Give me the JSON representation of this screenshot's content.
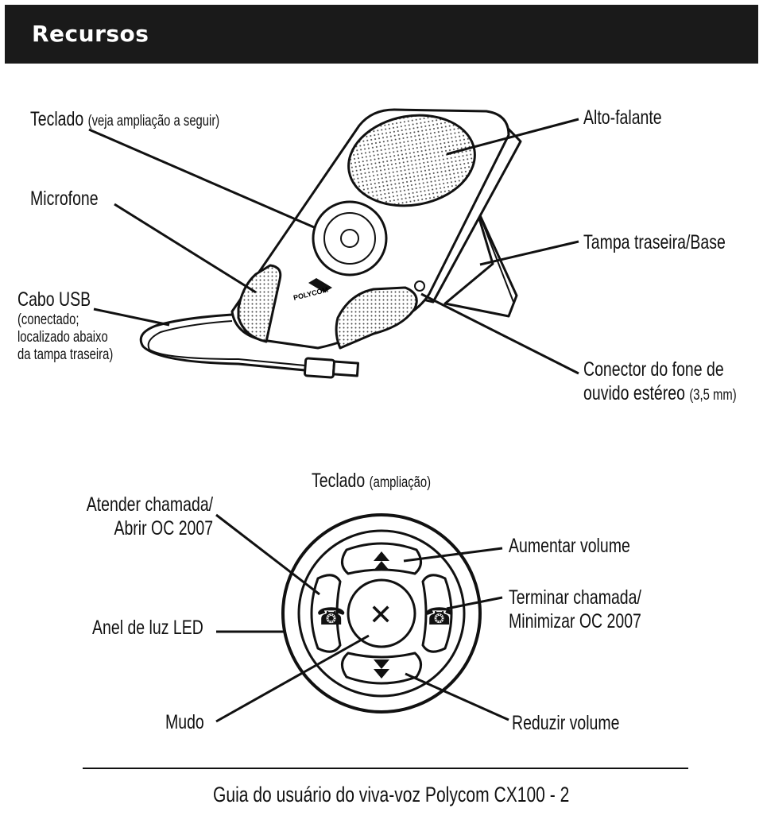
{
  "header": {
    "title": "Recursos"
  },
  "top_diagram": {
    "teclado": {
      "main": "Teclado",
      "note": "(veja ampliação a seguir)"
    },
    "microfone": "Microfone",
    "cabo_usb": {
      "main": "Cabo USB",
      "note_lines": [
        "(conectado;",
        "localizado abaixo",
        "da tampa traseira)"
      ]
    },
    "alto_falante": "Alto-falante",
    "tampa_traseira": "Tampa traseira/Base",
    "conector": {
      "line1": "Conector do fone de",
      "line2_main": "ouvido estéreo",
      "line2_note": "(3,5 mm)"
    },
    "logo_text": "POLYCOM"
  },
  "bottom_diagram": {
    "teclado": {
      "main": "Teclado",
      "note": "(ampliação)"
    },
    "atender": [
      "Atender chamada/",
      "Abrir OC 2007"
    ],
    "anel_led": "Anel de luz LED",
    "mudo": "Mudo",
    "aumentar": "Aumentar volume",
    "terminar": [
      "Terminar chamada/",
      "Minimizar OC 2007"
    ],
    "reduzir": "Reduzir volume"
  },
  "footer": {
    "text": "Guia do usuário do viva-voz Polycom CX100 - 2"
  }
}
